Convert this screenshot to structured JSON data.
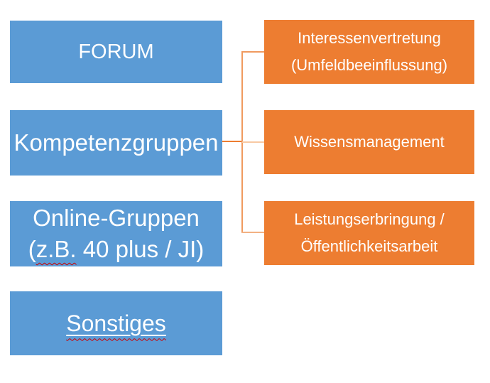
{
  "diagram": {
    "left_column": {
      "forum": {
        "label": "FORUM"
      },
      "kompetenzgruppen": {
        "label": "Kompetenzgruppen"
      },
      "online_gruppen": {
        "line1": "Online-Gruppen",
        "line2_open": "(",
        "line2_flagged": "z.B.",
        "line2_rest": " 40 plus / JI)"
      },
      "sonstiges": {
        "label": "Sonstiges"
      }
    },
    "right_column": {
      "interessenvertretung": {
        "line1": "Interessenvertretung",
        "line2": "(Umfeldbeeinflussung)"
      },
      "wissensmanagement": {
        "label": "Wissensmanagement"
      },
      "leistungserbringung": {
        "line1": "Leistungserbringung /",
        "line2": "Öffentlichkeitsarbeit"
      }
    },
    "colors": {
      "box_blue": "#5B9BD5",
      "box_orange": "#ED7D31",
      "text": "#FFFFFF",
      "connector_strong": "#ED7D31",
      "connector_medium": "#F09A5F",
      "connector_light": "#F8C9A3",
      "spellcheck_red": "#CC0000"
    }
  }
}
